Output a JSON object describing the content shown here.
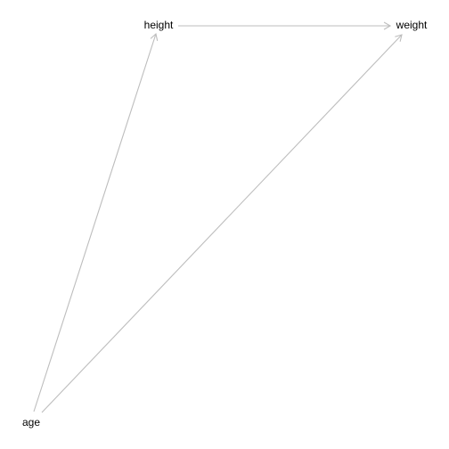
{
  "diagram": {
    "type": "directed-graph",
    "edge_color": "#bdbdbd",
    "label_color": "#000000",
    "background": "#ffffff",
    "nodes": [
      {
        "id": "height",
        "label": "height"
      },
      {
        "id": "weight",
        "label": "weight"
      },
      {
        "id": "age",
        "label": "age"
      }
    ],
    "edges": [
      {
        "from": "height",
        "to": "weight"
      },
      {
        "from": "age",
        "to": "height"
      },
      {
        "from": "age",
        "to": "weight"
      }
    ]
  }
}
